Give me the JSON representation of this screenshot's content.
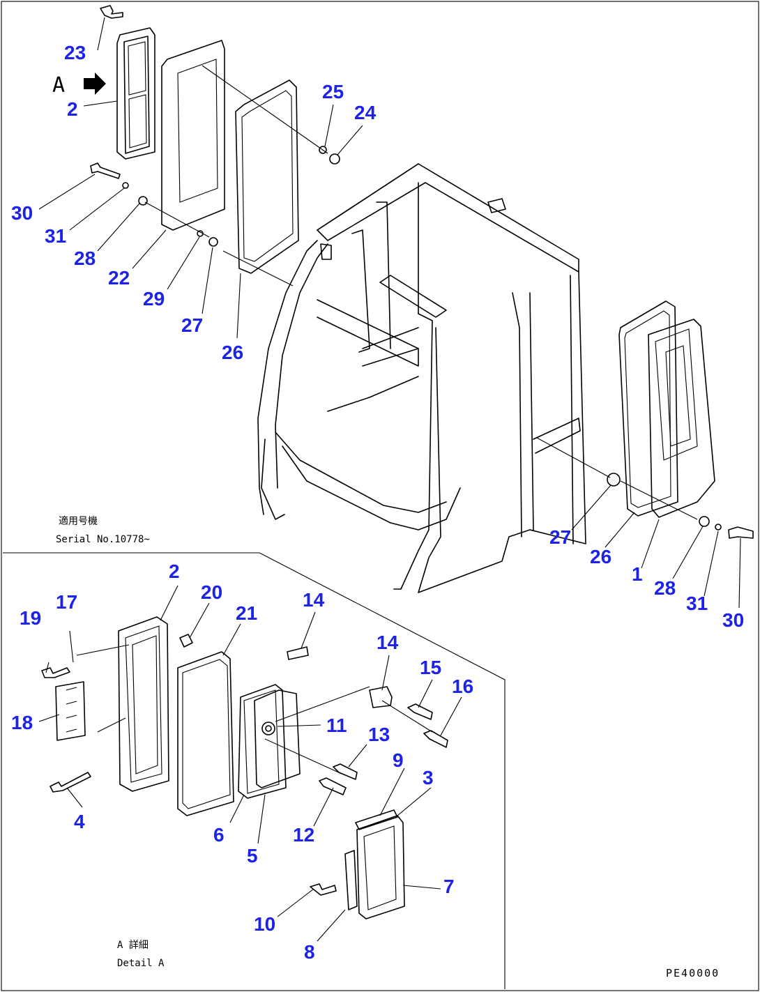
{
  "view_marker": "A",
  "serial": {
    "jp": "適用号機",
    "en": "Serial No.10778~"
  },
  "detail": {
    "jp": "A 詳細",
    "en": "Detail A"
  },
  "drawing_code": "PE40000",
  "callouts": [
    "1",
    "2",
    "3",
    "4",
    "5",
    "6",
    "7",
    "8",
    "9",
    "10",
    "11",
    "12",
    "13",
    "14",
    "15",
    "16",
    "17",
    "18",
    "19",
    "20",
    "21",
    "22",
    "23",
    "24",
    "25",
    "26",
    "27",
    "28",
    "29",
    "30",
    "31"
  ],
  "colors": {
    "callout": "#1c22e6",
    "line": "#000000"
  }
}
